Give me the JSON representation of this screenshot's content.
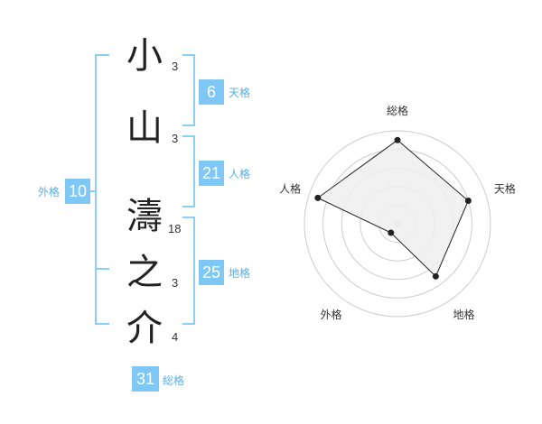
{
  "name": {
    "chars": [
      {
        "char": "小",
        "strokes": "3"
      },
      {
        "char": "山",
        "strokes": "3"
      },
      {
        "char": "濤",
        "strokes": "18"
      },
      {
        "char": "之",
        "strokes": "3"
      },
      {
        "char": "介",
        "strokes": "4"
      }
    ]
  },
  "kaku": {
    "tenkaku": {
      "value": "6",
      "label": "天格"
    },
    "jinkaku": {
      "value": "21",
      "label": "人格"
    },
    "chikaku": {
      "value": "25",
      "label": "地格"
    },
    "gaikaku": {
      "value": "10",
      "label": "外格"
    },
    "soukaku": {
      "value": "31",
      "label": "総格"
    }
  },
  "chart_data": {
    "type": "radar",
    "axes": [
      "総格",
      "天格",
      "地格",
      "外格",
      "人格"
    ],
    "values": [
      0.9,
      0.8,
      0.7,
      0.12,
      0.9
    ],
    "range": [
      0,
      1
    ],
    "rings": 5,
    "fill_color": "#eeeeee",
    "line_color": "#222222",
    "grid_color": "#cccccc"
  },
  "colors": {
    "accent": "#7fc8f5",
    "accent_text": "#5aaee8"
  }
}
